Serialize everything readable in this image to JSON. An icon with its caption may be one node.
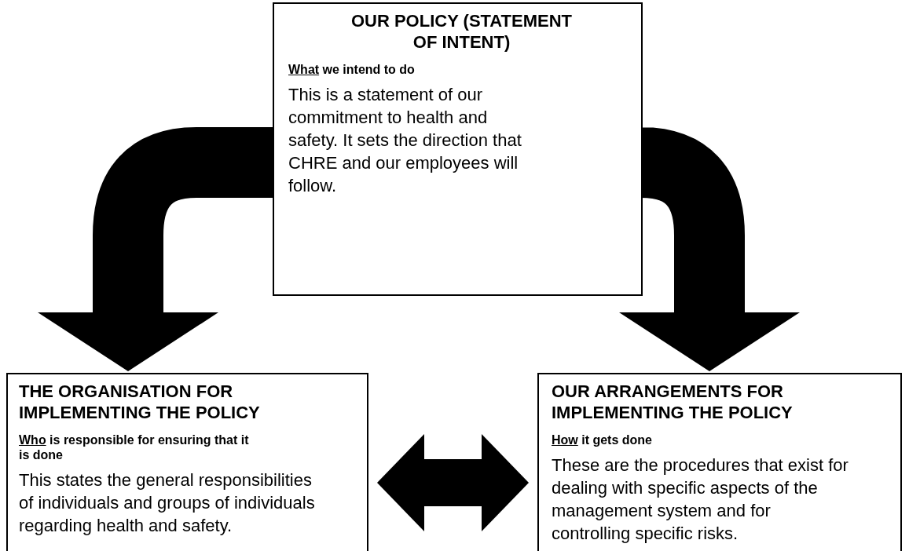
{
  "diagram": {
    "nodes": [
      {
        "text": [
          "OUR POLICY (STATEMENT OF INTENT)",
          "What we intend to do",
          "This is a statement of our commitment to health and safety.  It sets the direction that CHRE and our employees will follow."
        ]
      },
      {
        "text": [
          "THE ORGANISATION FOR IMPLEMENTING THE POLICY",
          "Who is responsible for ensuring that it is done",
          "This states the general responsibilities of individuals and groups of individuals regarding health and safety."
        ]
      },
      {
        "text": [
          "OUR ARRANGEMENTS FOR IMPLEMENTING THE POLICY",
          "How it gets done",
          "These are the procedures that exist for dealing with specific aspects of the management system and for controlling specific risks."
        ]
      }
    ],
    "edges": [
      {
        "from": 0,
        "to": 1,
        "arrow": "to"
      },
      {
        "from": 0,
        "to": 2,
        "arrow": "to"
      },
      {
        "from": 1,
        "to": 2,
        "arrow": "both"
      }
    ]
  }
}
